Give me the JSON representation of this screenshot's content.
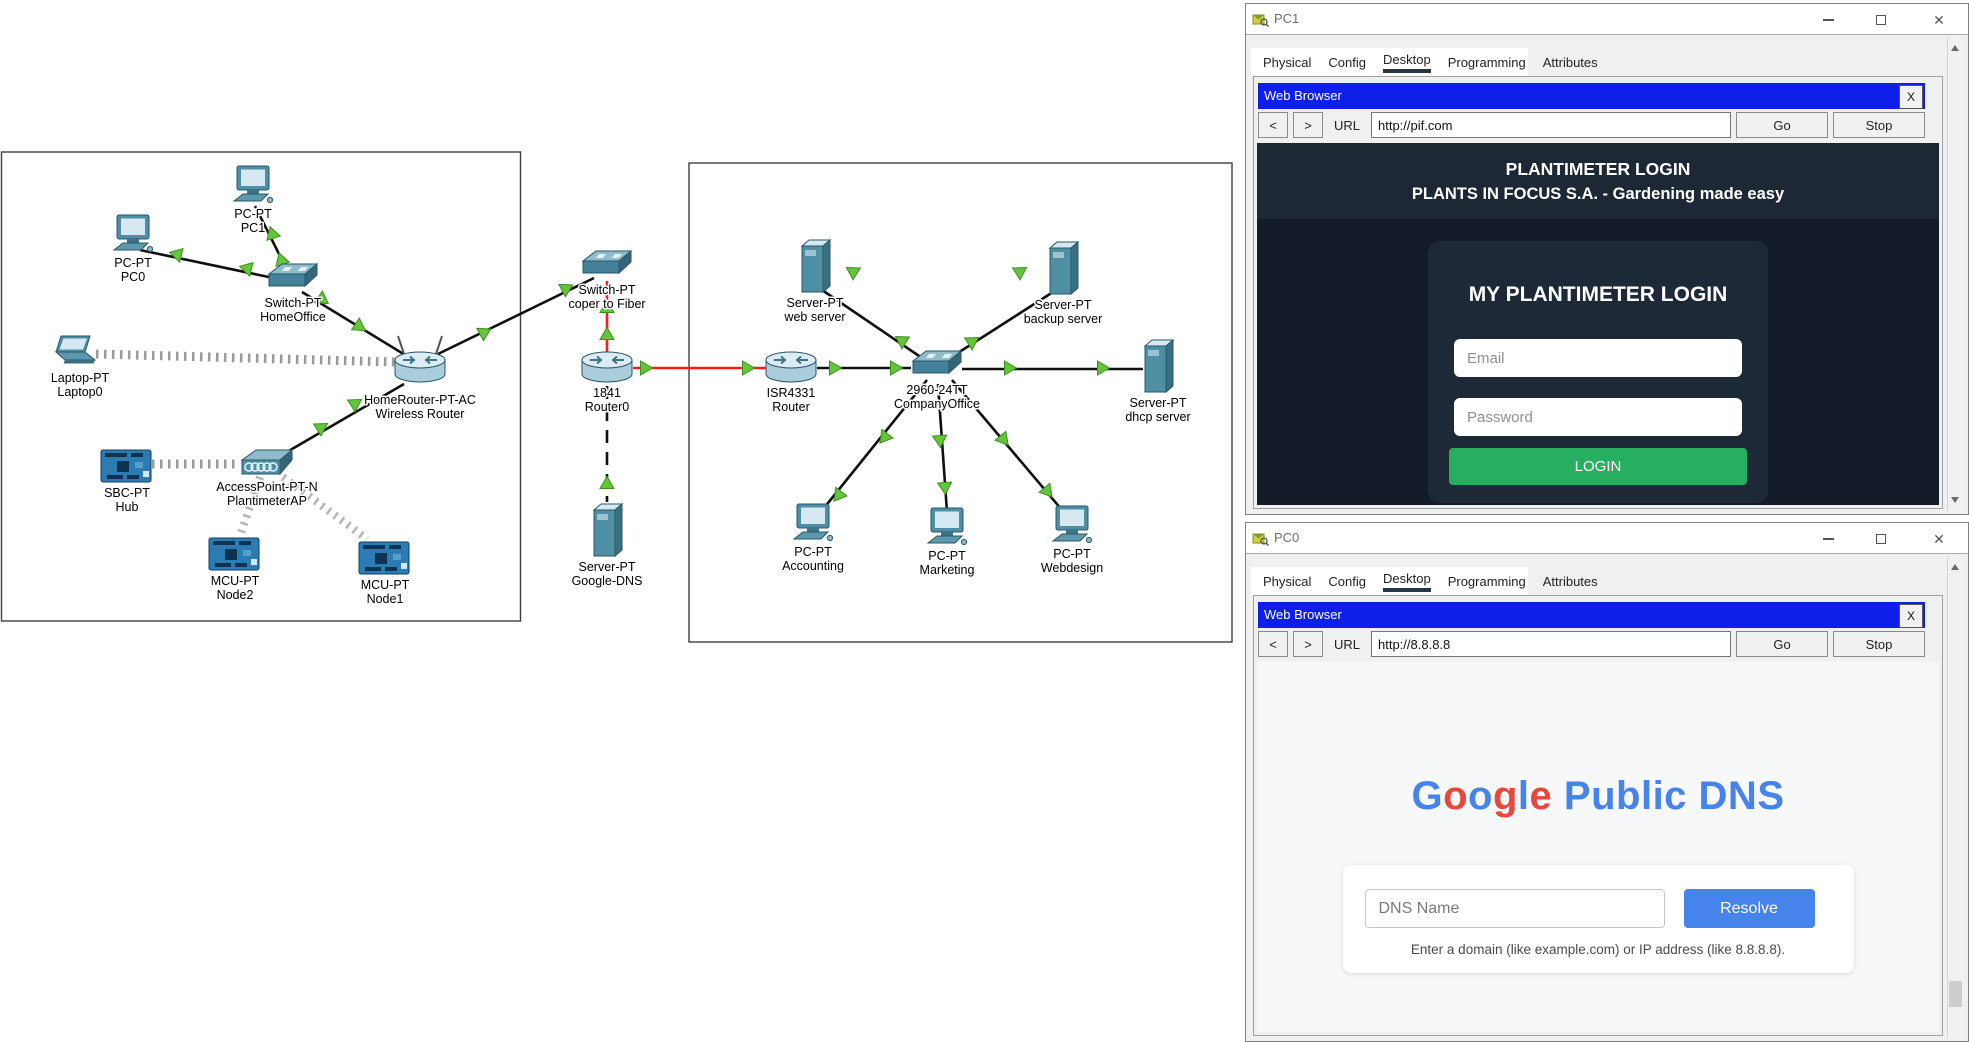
{
  "colors": {
    "browser_titlebar_blue": "#0d1fe8",
    "login_green": "#27ae60",
    "logo_blue": "#4683ea",
    "logo_red": "#e8473c",
    "link_red": "#ff1a1a",
    "arrow_green": "#63c53a",
    "dark_page_bg": "#131b29",
    "dark_header_bg": "#1e2734",
    "dark_card_bg": "#1e2938"
  },
  "topology": {
    "devices": [
      {
        "id": "pc1",
        "type": "pc",
        "line1": "PC-PT",
        "line2": "PC1"
      },
      {
        "id": "pc0",
        "type": "pc",
        "line1": "PC-PT",
        "line2": "PC0"
      },
      {
        "id": "switch-homeoffice",
        "type": "switch",
        "line1": "Switch-PT",
        "line2": "HomeOffice"
      },
      {
        "id": "laptop0",
        "type": "laptop",
        "line1": "Laptop-PT",
        "line2": "Laptop0"
      },
      {
        "id": "homerouter",
        "type": "wireless-router",
        "line1": "HomeRouter-PT-AC",
        "line2": "Wireless Router"
      },
      {
        "id": "sbc-hub",
        "type": "board",
        "line1": "SBC-PT",
        "line2": "Hub"
      },
      {
        "id": "accesspoint",
        "type": "access-point",
        "line1": "AccessPoint-PT-N",
        "line2": "PlantimeterAP"
      },
      {
        "id": "node2",
        "type": "board",
        "line1": "MCU-PT",
        "line2": "Node2"
      },
      {
        "id": "node1",
        "type": "board",
        "line1": "MCU-PT",
        "line2": "Node1"
      },
      {
        "id": "switch-fiber",
        "type": "switch",
        "line1": "Switch-PT",
        "line2": "coper to Fiber"
      },
      {
        "id": "router0",
        "type": "router",
        "line1": "1841",
        "line2": "Router0"
      },
      {
        "id": "google-dns",
        "type": "server",
        "line1": "Server-PT",
        "line2": "Google-DNS"
      },
      {
        "id": "isr4331",
        "type": "router",
        "line1": "ISR4331",
        "line2": "Router"
      },
      {
        "id": "companyoffice",
        "type": "switch",
        "line1": "2960-24TT",
        "line2": "CompanyOffice"
      },
      {
        "id": "webserver",
        "type": "server",
        "line1": "Server-PT",
        "line2": "web server"
      },
      {
        "id": "backupserver",
        "type": "server",
        "line1": "Server-PT",
        "line2": "backup server"
      },
      {
        "id": "dhcpserver",
        "type": "server",
        "line1": "Server-PT",
        "line2": "dhcp server"
      },
      {
        "id": "accounting",
        "type": "pc",
        "line1": "PC-PT",
        "line2": "Accounting"
      },
      {
        "id": "marketing",
        "type": "pc",
        "line1": "PC-PT",
        "line2": "Marketing"
      },
      {
        "id": "webdesign",
        "type": "pc",
        "line1": "PC-PT",
        "line2": "Webdesign"
      }
    ]
  },
  "windows": {
    "pc1": {
      "title": "PC1",
      "tabs": [
        "Physical",
        "Config",
        "Desktop",
        "Programming",
        "Attributes"
      ],
      "selected_tab": "Desktop",
      "browser": {
        "title": "Web Browser",
        "close_label": "X",
        "back_label": "<",
        "forward_label": ">",
        "url_label": "URL",
        "url_value": "http://pif.com",
        "go_label": "Go",
        "stop_label": "Stop"
      },
      "page": {
        "header_line1": "PLANTIMETER LOGIN",
        "header_line2": "PLANTS IN FOCUS S.A. - Gardening made easy",
        "card_title": "MY PLANTIMETER LOGIN",
        "email_placeholder": "Email",
        "password_placeholder": "Password",
        "login_label": "LOGIN"
      }
    },
    "pc0": {
      "title": "PC0",
      "tabs": [
        "Physical",
        "Config",
        "Desktop",
        "Programming",
        "Attributes"
      ],
      "selected_tab": "Desktop",
      "browser": {
        "title": "Web Browser",
        "close_label": "X",
        "back_label": "<",
        "forward_label": ">",
        "url_label": "URL",
        "url_value": "http://8.8.8.8",
        "go_label": "Go",
        "stop_label": "Stop"
      },
      "page": {
        "logo_letters": [
          {
            "ch": "G",
            "color": "#4683ea"
          },
          {
            "ch": "o",
            "color": "#e8473c"
          },
          {
            "ch": "o",
            "color": "#4683ea"
          },
          {
            "ch": "g",
            "color": "#e8473c"
          },
          {
            "ch": "l",
            "color": "#4683ea"
          },
          {
            "ch": "e",
            "color": "#e8473c"
          }
        ],
        "logo_rest": " Public DNS",
        "dns_placeholder": "DNS Name",
        "resolve_label": "Resolve",
        "helper_text": "Enter a domain (like example.com) or IP address (like 8.8.8.8)."
      }
    }
  }
}
